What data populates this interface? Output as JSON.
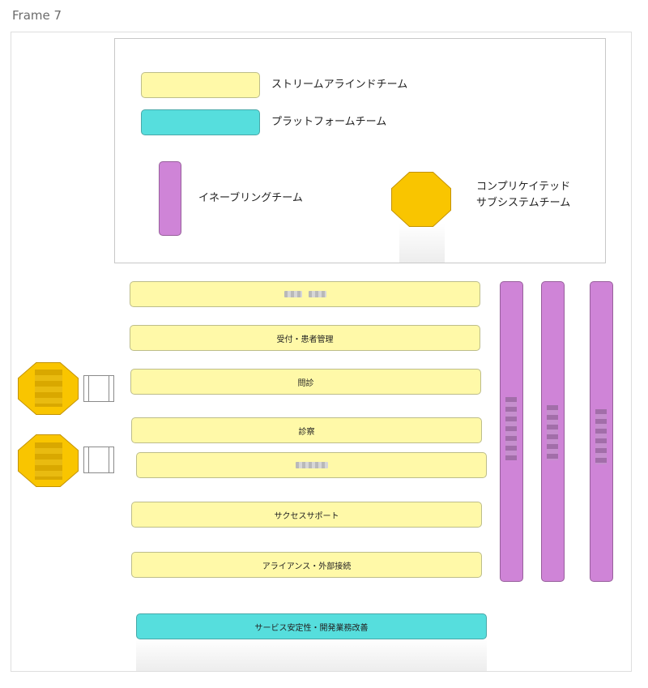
{
  "frame": {
    "title": "Frame 7"
  },
  "legend": {
    "stream_aligned": "ストリームアラインドチーム",
    "platform": "プラットフォームチーム",
    "enabling": "イネーブリングチーム",
    "complicated_line1": "コンプリケイテッド",
    "complicated_line2": "サブシステムチーム"
  },
  "stream_teams": [
    {
      "label": ""
    },
    {
      "label": "受付・患者管理"
    },
    {
      "label": "問診"
    },
    {
      "label": "診察"
    },
    {
      "label": ""
    },
    {
      "label": "サクセスサポート"
    },
    {
      "label": "アライアンス・外部接続"
    }
  ],
  "platform_teams": [
    {
      "label": "サービス安定性・開発業務改善"
    }
  ],
  "colors": {
    "stream_aligned": "#fff9a8",
    "platform": "#56dedd",
    "enabling": "#cf84d7",
    "complicated": "#f9c500"
  }
}
